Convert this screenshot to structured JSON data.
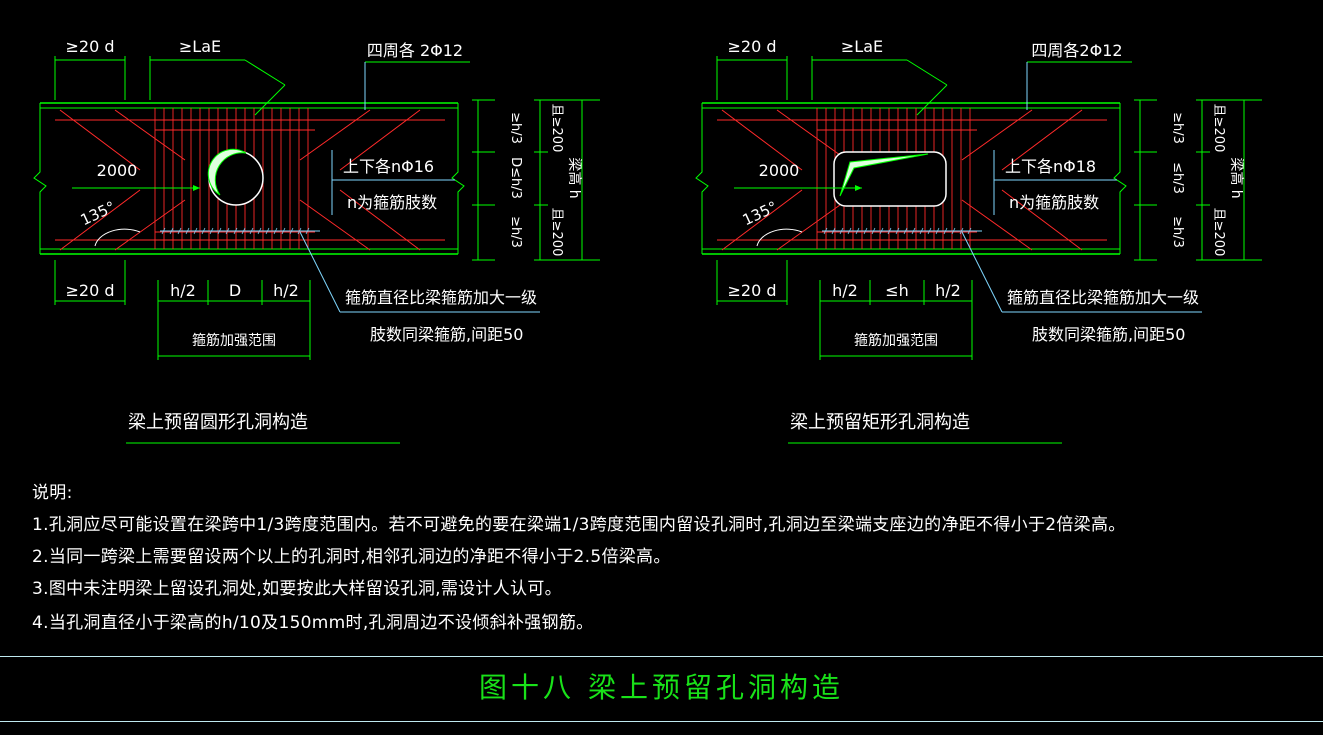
{
  "colors": {
    "background": "#000000",
    "green": "#00ff00",
    "red": "#ff2a2a",
    "cyan": "#7fd8ff",
    "white": "#ffffff",
    "text_green": "#19e219"
  },
  "left_detail": {
    "dim_top_left": "≥20 d",
    "dim_top_lae": "≥LaE",
    "perimeter_bars": "四周各 2Φ12",
    "span_label": "2000",
    "angle": "135°",
    "top_bottom_bars": "上下各nΦ16",
    "n_note": "n为箍筋肢数",
    "right_dim_top": "≥h/3",
    "right_dim_mid": "D≤h/3",
    "right_dim_bot": "≥h/3",
    "right_total_top": "且≥200",
    "right_total_bot": "且≥200",
    "beam_height": "梁高 h",
    "dim_bottom_left": "≥20 d",
    "dim_h2_left": "h/2",
    "dim_d": "D",
    "dim_h2_right": "h/2",
    "stirrup_zone": "箍筋加强范围",
    "stirrup_note_1": "箍筋直径比梁箍筋加大一级",
    "stirrup_note_2": "肢数同梁箍筋,间距50",
    "caption": "梁上预留圆形孔洞构造"
  },
  "right_detail": {
    "dim_top_left": "≥20 d",
    "dim_top_lae": "≥LaE",
    "perimeter_bars": "四周各2Φ12",
    "span_label": "2000",
    "angle": "135°",
    "top_bottom_bars": "上下各nΦ18",
    "n_note": "n为箍筋肢数",
    "right_dim_top": "≥h/3",
    "right_dim_mid": "≤h/3",
    "right_dim_bot": "≥h/3",
    "right_total_top": "且≥200",
    "right_total_bot": "且≥200",
    "beam_height": "梁高 h",
    "dim_bottom_left": "≥20 d",
    "dim_h2_left": "h/2",
    "dim_h": "≤h",
    "dim_h2_right": "h/2",
    "stirrup_zone": "箍筋加强范围",
    "stirrup_note_1": "箍筋直径比梁箍筋加大一级",
    "stirrup_note_2": "肢数同梁箍筋,间距50",
    "caption": "梁上预留矩形孔洞构造"
  },
  "notes": {
    "heading": "说明:",
    "items": [
      "1.孔洞应尽可能设置在梁跨中1/3跨度范围内。若不可避免的要在梁端1/3跨度范围内留设孔洞时,孔洞边至梁端支座边的净距不得小于2倍梁高。",
      "2.当同一跨梁上需要留设两个以上的孔洞时,相邻孔洞边的净距不得小于2.5倍梁高。",
      "3.图中未注明梁上留设孔洞处,如要按此大样留设孔洞,需设计人认可。",
      "4.当孔洞直径小于梁高的h/10及150mm时,孔洞周边不设倾斜补强钢筋。"
    ]
  },
  "figure_title": "图十八  梁上预留孔洞构造"
}
